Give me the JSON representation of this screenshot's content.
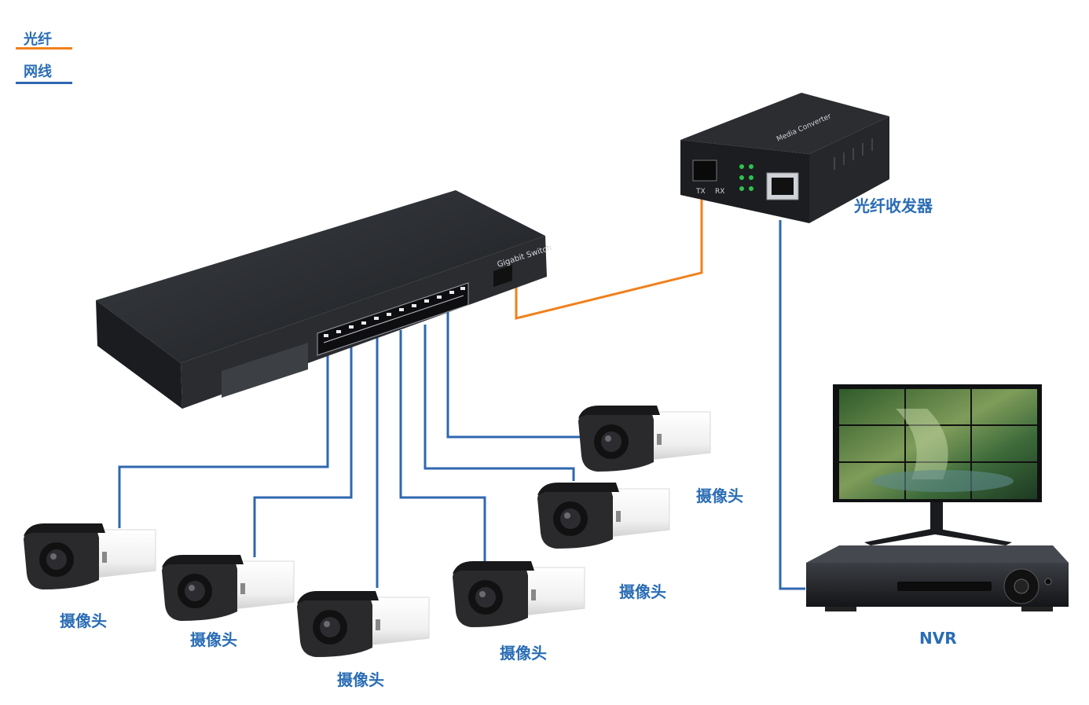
{
  "legend": {
    "fiber_label": "光纤",
    "cable_label": "网线",
    "fiber_color": "#f0801c",
    "cable_color": "#2f67b1"
  },
  "devices": {
    "switch": {
      "brand_text": "Gigabit Switch"
    },
    "converter": {
      "label": "光纤收发器",
      "brand_text": "Media Converter",
      "tx": "TX",
      "rx": "RX"
    },
    "nvr": {
      "label": "NVR"
    },
    "cameras": [
      {
        "label": "摄像头"
      },
      {
        "label": "摄像头"
      },
      {
        "label": "摄像头"
      },
      {
        "label": "摄像头"
      },
      {
        "label": "摄像头"
      },
      {
        "label": "摄像头"
      }
    ]
  }
}
